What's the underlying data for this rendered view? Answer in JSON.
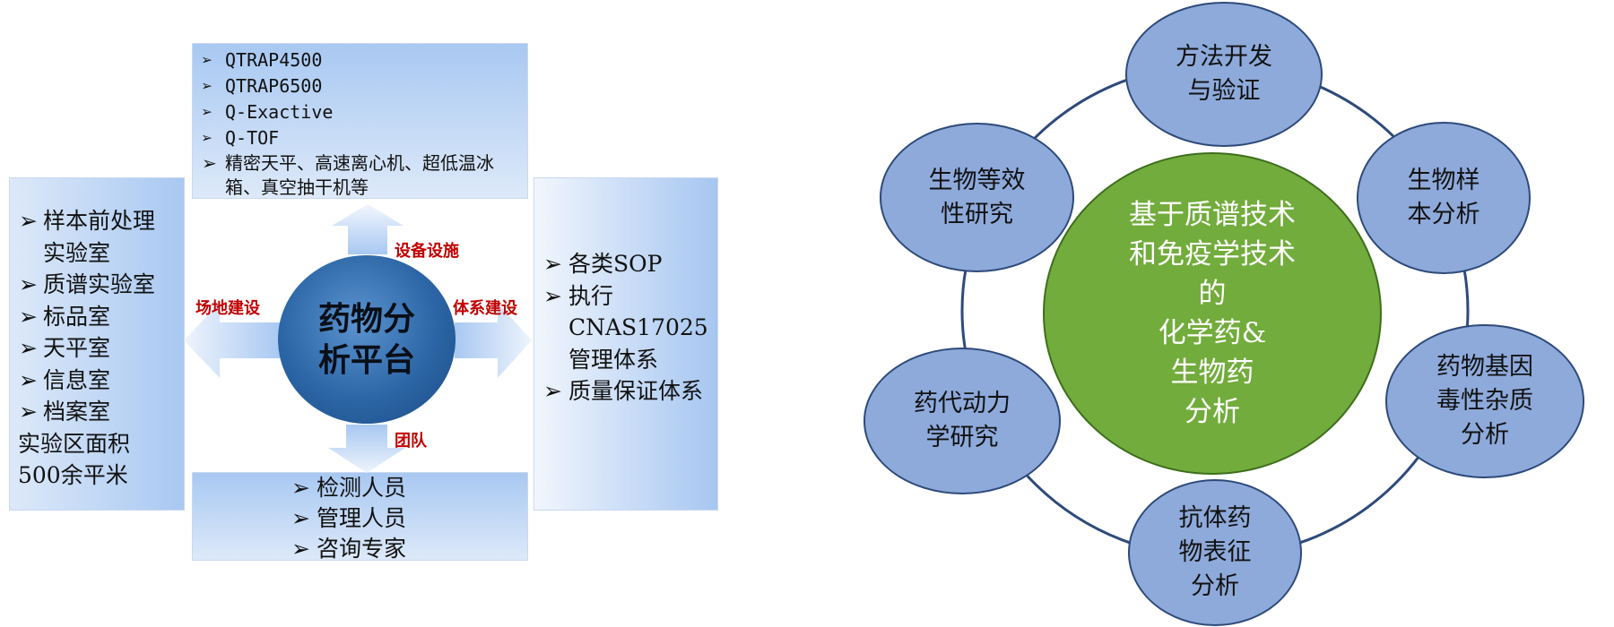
{
  "platform": {
    "center_label": "药物分\n析平台",
    "equipment": {
      "caption": "设备设施",
      "items": [
        "QTRAP4500",
        "QTRAP6500",
        "Q-Exactive",
        "Q-TOF",
        "精密天平、高速离心机、超低温冰箱、真空抽干机等"
      ]
    },
    "venue": {
      "caption": "场地建设",
      "items": [
        "样本前处理实验室",
        "质谱实验室",
        "标品室",
        "天平室",
        "信息室",
        "档案室"
      ],
      "area_note": "实验区面积500余平米"
    },
    "system": {
      "caption": "体系建设",
      "items": [
        "各类SOP",
        "执行CNAS17025管理体系",
        "质量保证体系"
      ]
    },
    "team": {
      "caption": "团队",
      "items": [
        "检测人员",
        "管理人员",
        "咨询专家"
      ]
    }
  },
  "analysis": {
    "hub_label": "基于质谱技术\n和免疫学技术\n的\n化学药&\n生物药\n分析",
    "nodes": [
      {
        "id": "method",
        "label": "方法开发\n与验证"
      },
      {
        "id": "bio-sample",
        "label": "生物样\n本分析"
      },
      {
        "id": "genotoxic",
        "label": "药物基因\n毒性杂质\n分析"
      },
      {
        "id": "antibody",
        "label": "抗体药\n物表征\n分析"
      },
      {
        "id": "pk",
        "label": "药代动力\n学研究"
      },
      {
        "id": "bioequivalence",
        "label": "生物等效\n性研究"
      }
    ]
  },
  "colors": {
    "panel_blue": "#a8c8f2",
    "center_blue": "#2c66a6",
    "caption_red": "#c00000",
    "node_blue": "#8eaadb",
    "hub_green": "#72ac3c"
  }
}
